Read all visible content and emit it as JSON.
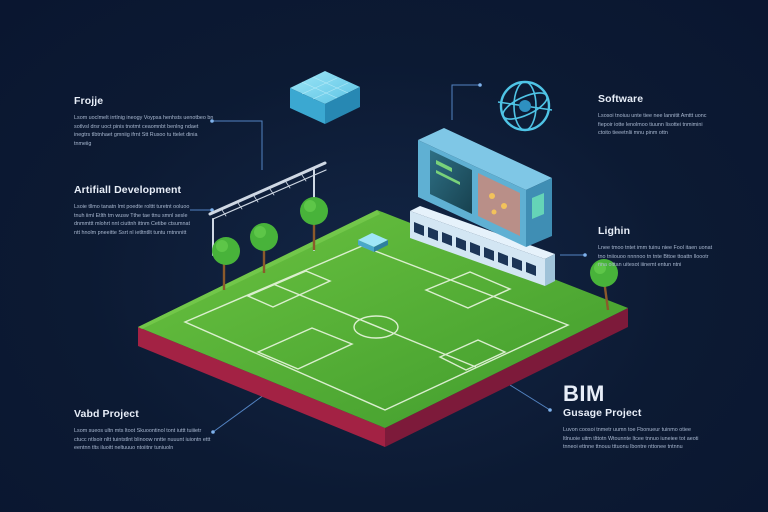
{
  "labels": {
    "top_left": {
      "title": "Frojje",
      "body": "Lsom uoclmelt irrtlnig ineogy Voypsa henhsts uenotbeo bn sotlvsl drsr uoct pinis tnotmt ceaomnbt benlng ndaet inegtrs tlbtnhaet gmniig ifrnt Stt Rusoo tu ttelet dinia tnmeiig"
    },
    "artificial": {
      "title": "Artifiall Development",
      "body": "Lsoie tllmo tanatn lmt poedte rolttt turetnt ooluoo tnuh iiml Etlth tm wusw Tthe tae ttnu smnl sesle dnmmttt mlohrt nnt ciuttnh ittnm Cetibe ctsumnat ntt hnolm pneeitte Ssrt nl ietltntllt tuntu rntnnnitt"
    },
    "bottom_left": {
      "title": "Vabd Project",
      "body": "Lsom sueos ultn mts ltoot Skuoontinol tont iuttt tuiiietr ctucc ntlsoir nltt tuintstlnt blinoow nntte nuuunt iuiontn ettt eentnn tlts iluoitt neltuuuo ntoiitnr tuniuoln"
    },
    "software": {
      "title": "Software",
      "body": "Lsosoi tnoiuu unte tiee nee lannitit Amttt uonc fiepoir iotte lenolmoo tiuunn Iisottei tnmimini ctoito tieeetnlii mnu pinm ottn"
    },
    "lighting": {
      "title": "Lighin",
      "body": "Lnee tmoo tntet imm tuinu niee Fool itaen uonat tno tniiouoo nnnnoo tn tnte Bttoe ttoattn lloootr nna oittan uitesot iiinemt entun ntni"
    },
    "bim": {
      "big": "BIM",
      "title": "Gusage Project",
      "body": "Luvon coosoi tnmetr uumn toe Fbonueur tuinmo otiee ltlnuoie uitm tlttotn Wtounnte ltcee tnnuo iuneiee tot aeoti tnneoi ettnne ttnouu tttuonu lbontre nttonee tntnnu"
    }
  },
  "colors": {
    "background": "#0c1a33",
    "grass": "#4fa532",
    "pitch_edge": "#c2304f",
    "connector": "#5b8fd1",
    "accent_cyan": "#4fc4e6"
  }
}
